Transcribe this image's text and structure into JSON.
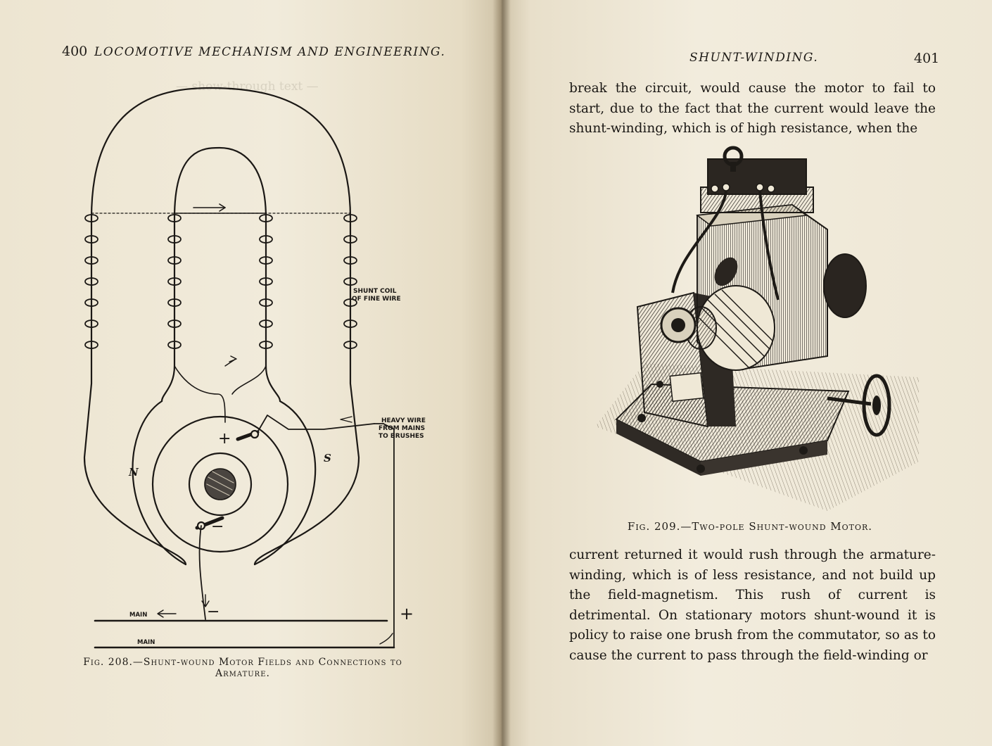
{
  "left_page": {
    "page_number": "400",
    "running_head": "LOCOMOTIVE MECHANISM AND ENGINEERING.",
    "figure": {
      "labels": {
        "shunt_coil_line1": "SHUNT COIL",
        "shunt_coil_line2": "OF FINE WIRE",
        "heavy_wire_line1": "HEAVY WIRE",
        "heavy_wire_line2": "FROM MAINS",
        "heavy_wire_line3": "TO BRUSHES",
        "pole_north": "N",
        "pole_south": "S",
        "plus_brush": "+",
        "minus_brush": "−",
        "main_top": "MAIN",
        "main_bottom": "MAIN",
        "main_minus": "−",
        "main_plus": "+"
      },
      "caption_line1": "Fig. 208.—Shunt-wound Motor Fields and Connections to",
      "caption_line2": "Armature."
    }
  },
  "right_page": {
    "page_number": "401",
    "running_head": "SHUNT-WINDING.",
    "text_top": "break the circuit, would cause the motor to fail to start, due to the fact that the current would leave the shunt-winding, which is of high resistance, when the",
    "figure": {
      "caption": "Fig. 209.—Two-pole Shunt-wound Motor."
    },
    "text_bottom": "current returned it would rush through the armature-winding, which is of less resistance, and not build up the field-magnetism. This rush of current is detrimental. On stationary motors shunt-wound it is policy to raise one brush from the commutator, so as to cause the current to pass through the field-winding or"
  }
}
